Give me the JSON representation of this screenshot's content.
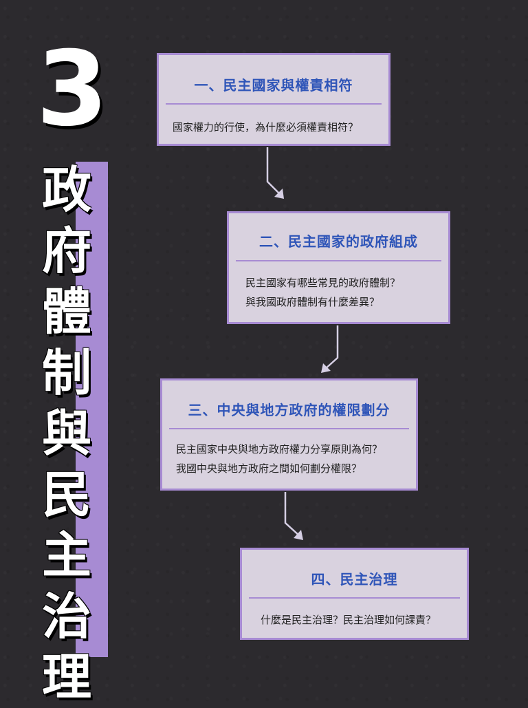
{
  "chapter": {
    "number": "3",
    "title_chars": [
      "政",
      "府",
      "體",
      "制",
      "與",
      "民",
      "主",
      "治",
      "理"
    ]
  },
  "colors": {
    "background": "#2c2a2e",
    "accent": "#a78bd3",
    "box_fill": "#d9d2df",
    "heading_blue": "#2f55b8"
  },
  "sections": [
    {
      "title": "一、民主國家與權責相符",
      "questions": [
        "國家權力的行使，為什麼必須權責相符？"
      ]
    },
    {
      "title": "二、民主國家的政府組成",
      "questions": [
        "民主國家有哪些常見的政府體制？",
        "與我國政府體制有什麼差異？"
      ]
    },
    {
      "title": "三、中央與地方政府的權限劃分",
      "questions": [
        "民主國家中央與地方政府權力分享原則為何？",
        "我國中央與地方政府之間如何劃分權限？"
      ]
    },
    {
      "title": "四、民主治理",
      "questions": [
        "什麼是民主治理？民主治理如何課責？"
      ]
    }
  ]
}
